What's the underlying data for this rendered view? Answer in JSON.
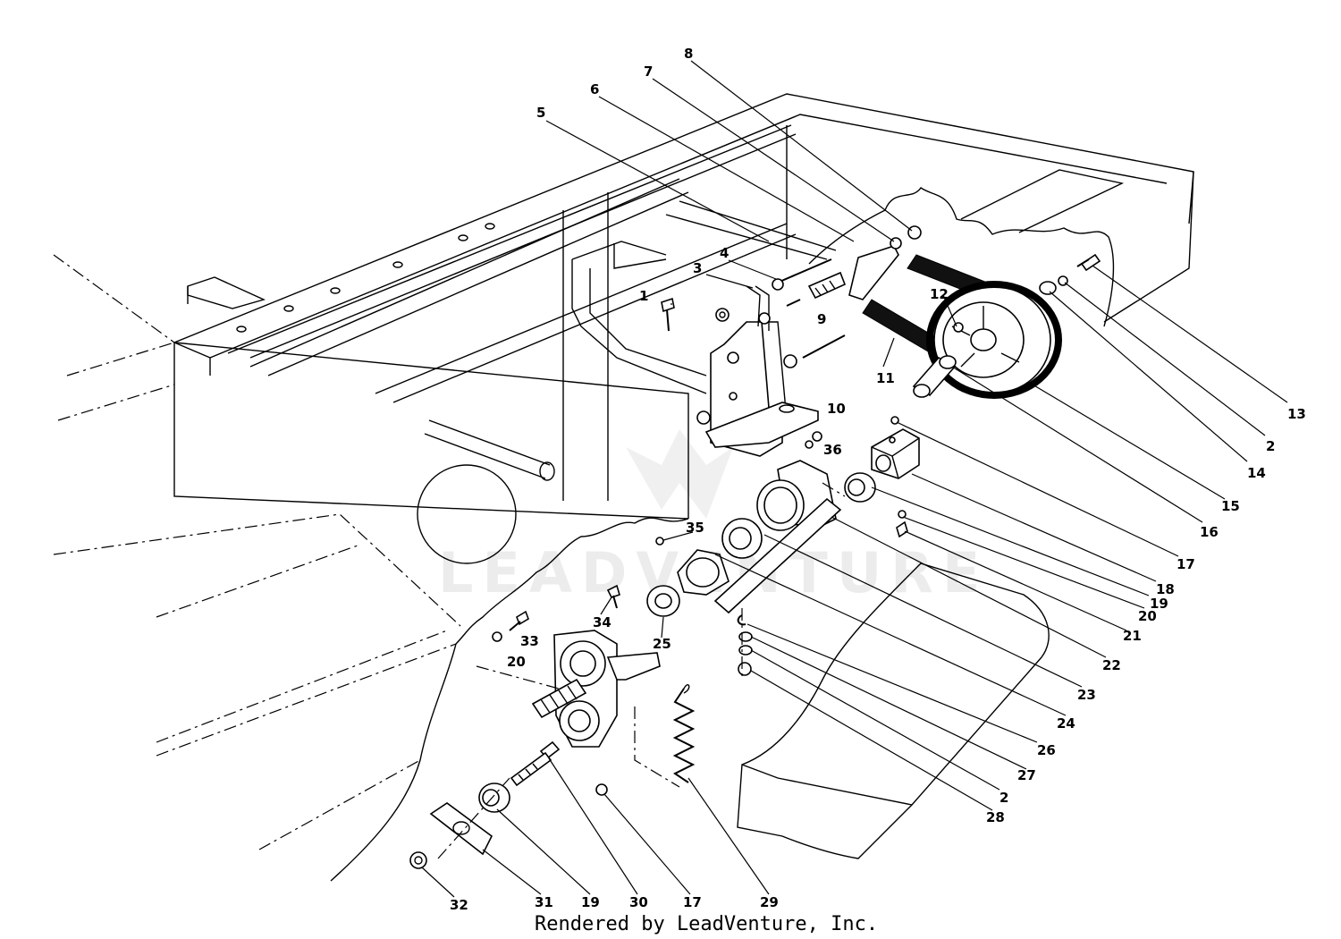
{
  "callouts": [
    {
      "id": "c8",
      "text": "8"
    },
    {
      "id": "c7",
      "text": "7"
    },
    {
      "id": "c6",
      "text": "6"
    },
    {
      "id": "c5",
      "text": "5"
    },
    {
      "id": "c4",
      "text": "4"
    },
    {
      "id": "c3",
      "text": "3"
    },
    {
      "id": "c1",
      "text": "1"
    },
    {
      "id": "c12",
      "text": "12"
    },
    {
      "id": "c9",
      "text": "9"
    },
    {
      "id": "c11",
      "text": "11"
    },
    {
      "id": "c13",
      "text": "13"
    },
    {
      "id": "c2a",
      "text": "2"
    },
    {
      "id": "c14",
      "text": "14"
    },
    {
      "id": "c15",
      "text": "15"
    },
    {
      "id": "c16",
      "text": "16"
    },
    {
      "id": "c10",
      "text": "10"
    },
    {
      "id": "c36",
      "text": "36"
    },
    {
      "id": "c17a",
      "text": "17"
    },
    {
      "id": "c18",
      "text": "18"
    },
    {
      "id": "c19a",
      "text": "19"
    },
    {
      "id": "c20a",
      "text": "20"
    },
    {
      "id": "c21",
      "text": "21"
    },
    {
      "id": "c22",
      "text": "22"
    },
    {
      "id": "c23",
      "text": "23"
    },
    {
      "id": "c24",
      "text": "24"
    },
    {
      "id": "c26",
      "text": "26"
    },
    {
      "id": "c27",
      "text": "27"
    },
    {
      "id": "c2b",
      "text": "2"
    },
    {
      "id": "c28",
      "text": "28"
    },
    {
      "id": "c35",
      "text": "35"
    },
    {
      "id": "c34",
      "text": "34"
    },
    {
      "id": "c25",
      "text": "25"
    },
    {
      "id": "c33",
      "text": "33"
    },
    {
      "id": "c20b",
      "text": "20"
    },
    {
      "id": "c32",
      "text": "32"
    },
    {
      "id": "c31",
      "text": "31"
    },
    {
      "id": "c19b",
      "text": "19"
    },
    {
      "id": "c30",
      "text": "30"
    },
    {
      "id": "c17b",
      "text": "17"
    },
    {
      "id": "c29",
      "text": "29"
    }
  ],
  "credit": "Rendered by LeadVenture, Inc.",
  "watermark": "LEADVENTURE",
  "colors": {
    "ink": "#000000",
    "paper": "#ffffff",
    "belt": "#111111"
  }
}
